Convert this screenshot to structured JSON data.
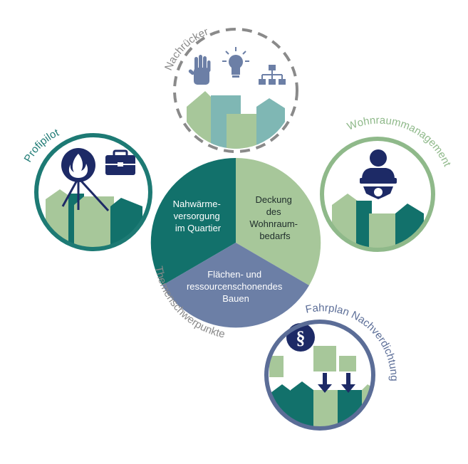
{
  "center": {
    "caption": "Themenschwerpunkte",
    "segments": [
      {
        "id": "nahwaerme",
        "lines": [
          "Nahwärme-",
          "versorgung",
          "im Quartier"
        ],
        "color": "#12716b",
        "text_color": "#ffffff"
      },
      {
        "id": "wohnraum",
        "lines": [
          "Deckung",
          "des",
          "Wohnraum-",
          "bedarfs"
        ],
        "color": "#a7c79a",
        "text_color": "#1f2d2b"
      },
      {
        "id": "flaechen",
        "lines": [
          "Flächen- und",
          "ressourcenschonendes",
          "Bauen"
        ],
        "color": "#6c7fa6",
        "text_color": "#ffffff"
      }
    ]
  },
  "modules": [
    {
      "id": "nachruecker",
      "label": "Nachrücker",
      "ring_color": "#8a8a8a",
      "dashed": true,
      "icons": [
        "hand-icon",
        "lightbulb-icon",
        "org-chart-icon"
      ]
    },
    {
      "id": "profipilot",
      "label": "Profipilot",
      "ring_color": "#1d7a74",
      "dashed": false,
      "icons": [
        "fire-network-icon",
        "briefcase-icon"
      ]
    },
    {
      "id": "wohnraummanagement",
      "label": "Wohnraummanagement",
      "ring_color": "#8fb98a",
      "dashed": false,
      "icons": [
        "manager-gear-icon"
      ]
    },
    {
      "id": "fahrplan",
      "label": "Fahrplan Nachverdichtung",
      "ring_color": "#5b6d97",
      "dashed": false,
      "icons": [
        "paragraph-icon",
        "arrow-down-icon"
      ]
    }
  ],
  "colors": {
    "dark_teal": "#12716b",
    "light_green": "#a7c79a",
    "mid_green": "#8fb98a",
    "slate_blue": "#6c7fa6",
    "navy": "#1d2a66",
    "teal_light": "#7fb7b4",
    "grey": "#8a8a8a"
  }
}
